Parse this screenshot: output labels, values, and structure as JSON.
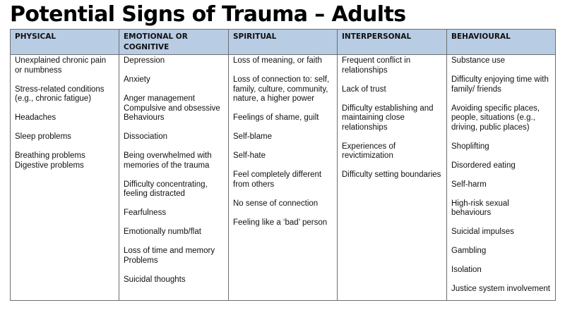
{
  "title": "Potential Signs of Trauma – Adults",
  "table": {
    "columns": [
      {
        "header": "PHYSICAL",
        "items": [
          "Unexplained chronic pain or numbness",
          "Stress-related conditions (e.g., chronic fatigue)",
          "Headaches",
          "Sleep problems",
          "Breathing problems",
          "Digestive problems"
        ]
      },
      {
        "header": "EMOTIONAL OR COGNITIVE",
        "items": [
          "Depression",
          "Anxiety",
          "Anger management",
          "Compulsive and obsessive Behaviours",
          "Dissociation",
          "Being overwhelmed with memories of the trauma",
          "Difficulty concentrating, feeling distracted",
          "Fearfulness",
          "Emotionally numb/flat",
          "Loss of time and memory Problems",
          "Suicidal thoughts"
        ]
      },
      {
        "header": "SPIRITUAL",
        "items": [
          "Loss of meaning, or faith",
          "Loss of connection to: self, family, culture, community, nature, a higher power",
          "Feelings of shame, guilt",
          "Self-blame",
          "Self-hate",
          "Feel completely different from others",
          "No sense of connection",
          "Feeling like a ‘bad’ person"
        ]
      },
      {
        "header": "INTERPERSONAL",
        "items": [
          "Frequent conflict in relationships",
          "Lack of trust",
          "Difficulty establishing and maintaining close relationships",
          "Experiences of revictimization",
          "Difficulty setting boundaries"
        ]
      },
      {
        "header": "BEHAVIOURAL",
        "items": [
          "Substance use",
          "Difficulty enjoying time with family/ friends",
          "Avoiding specific places, people, situations (e.g., driving, public places)",
          "Shoplifting",
          "Disordered eating",
          "Self-harm",
          "High-risk sexual behaviours",
          "Suicidal impulses",
          "Gambling",
          "Isolation",
          "Justice system involvement"
        ]
      }
    ]
  },
  "colors": {
    "header_bg": "#b8cce4",
    "border": "#6e6e6e",
    "text": "#111111"
  }
}
